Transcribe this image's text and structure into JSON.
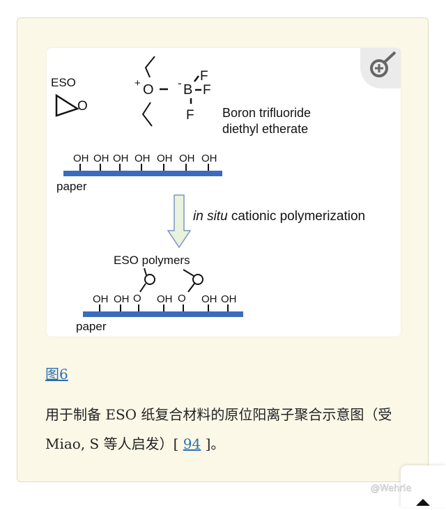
{
  "figure": {
    "eso_label": "ESO",
    "o": "O",
    "plus": "+",
    "minus": "-",
    "b": "B",
    "f": "F",
    "reagent_line1": "Boron trifluoride",
    "reagent_line2": "diethyl etherate",
    "oh": "OH",
    "paper": "paper",
    "process_italic": "in situ",
    "process_rest": " cationic polymerization",
    "polymers": "ESO polymers",
    "zoom_icon": "zoom-in-icon",
    "paper_color": "#3b6bbf"
  },
  "link": {
    "label": "图6"
  },
  "caption": {
    "text1": "用于制备 ESO 纸复合材料的原位阳离子聚合示意图（受 Miao, S 等人启发）[ ",
    "ref": "94",
    "text2": " ]。"
  },
  "watermark": "@Wehrle"
}
